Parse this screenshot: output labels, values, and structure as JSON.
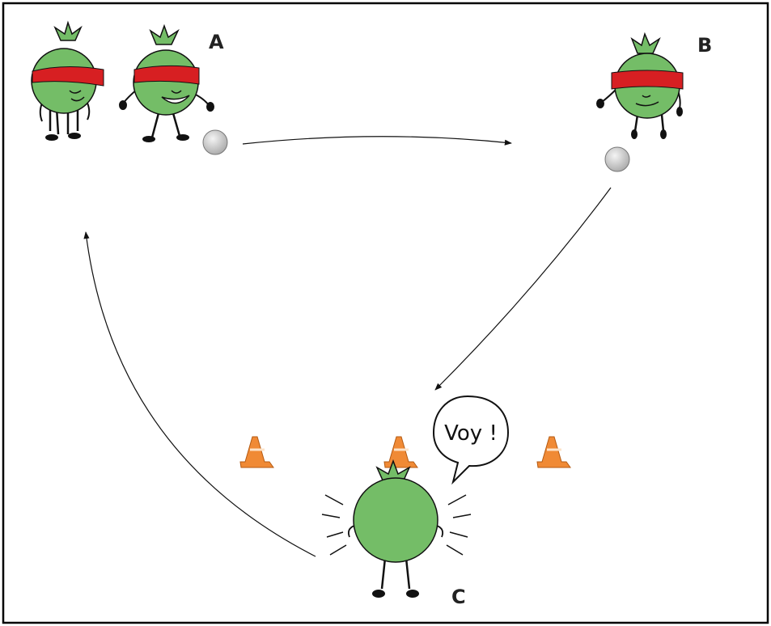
{
  "labels": {
    "a": "A",
    "b": "B",
    "c": "C"
  },
  "speech": "Voy !",
  "colors": {
    "tomato_body": "#74bd67",
    "blindfold": "#d71f22",
    "cone": "#f08a35",
    "ball": "#d6d6d6",
    "outline": "#111111",
    "frame": "#000000"
  }
}
